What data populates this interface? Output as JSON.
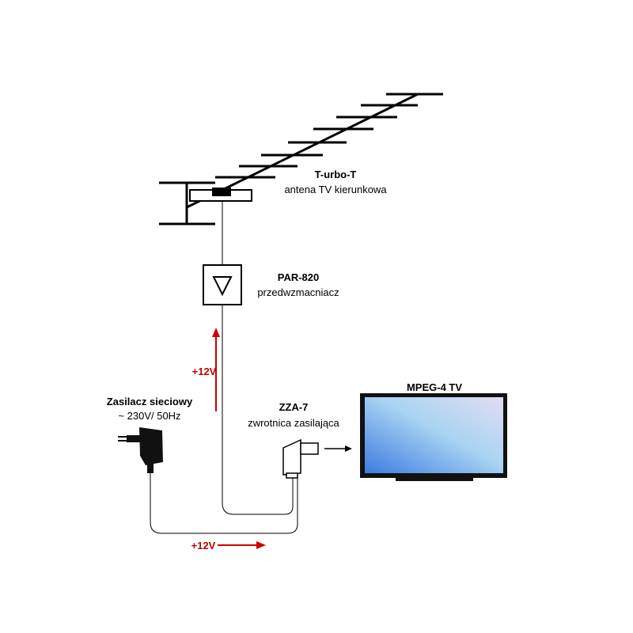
{
  "antenna": {
    "name": "T-urbo-T",
    "description": "antena TV kierunkowa"
  },
  "preamp": {
    "name": "PAR-820",
    "description": "przedwzmacniacz"
  },
  "power_supply": {
    "name": "Zasilacz sieciowy",
    "spec": "~ 230V/ 50Hz"
  },
  "splitter": {
    "name": "ZZA-7",
    "description": "zwrotnica zasilająca"
  },
  "tv": {
    "name": "MPEG-4 TV"
  },
  "voltage_up": "+12V",
  "voltage_bottom": "+12V",
  "colors": {
    "arrow": "#cc0000",
    "line": "#000000",
    "screen_top": "#cfd7f3",
    "screen_bottom": "#4a86e8"
  }
}
